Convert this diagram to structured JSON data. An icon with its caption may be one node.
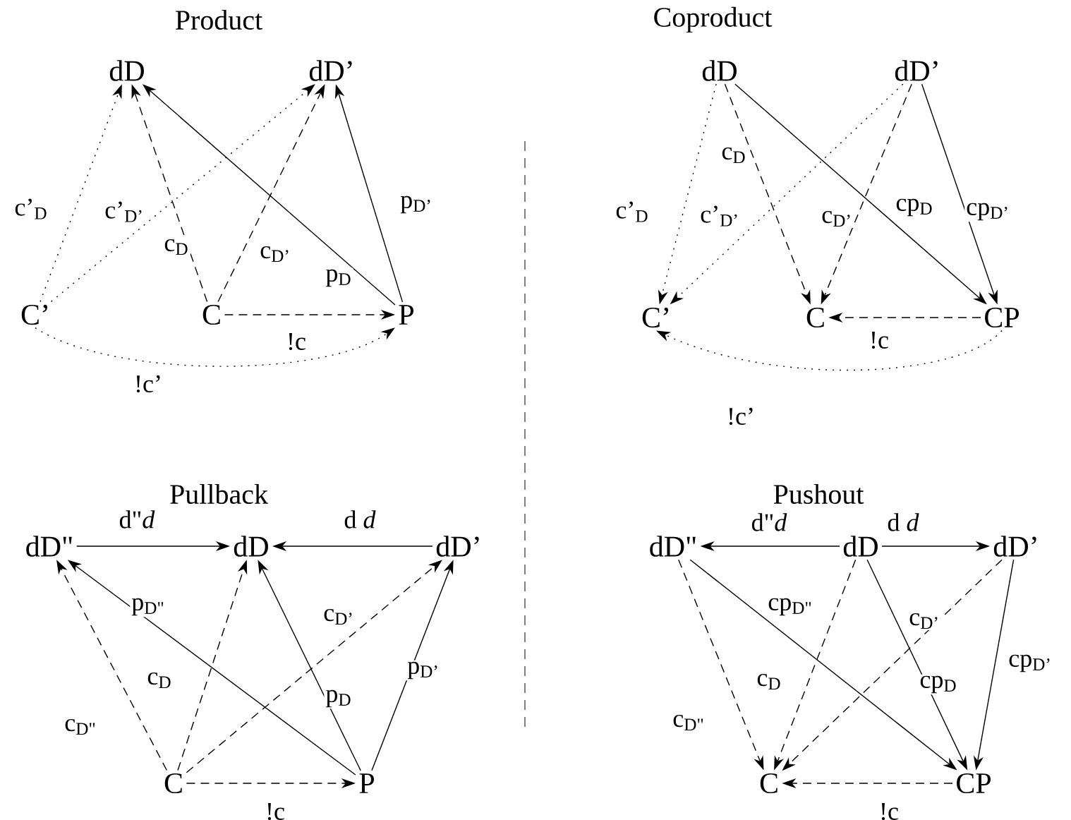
{
  "diagram": {
    "nodes": [
      {
        "text": [
          "dD"
        ]
      },
      {
        "text": [
          "dD’"
        ]
      },
      {
        "text": [
          "C’"
        ]
      },
      {
        "text": [
          "C"
        ]
      },
      {
        "text": [
          "P"
        ]
      },
      {
        "text": [
          "dD"
        ]
      },
      {
        "text": [
          "dD’"
        ]
      },
      {
        "text": [
          "C’"
        ]
      },
      {
        "text": [
          "C"
        ]
      },
      {
        "text": [
          "CP"
        ]
      },
      {
        "text": [
          "dD\""
        ]
      },
      {
        "text": [
          "dD"
        ]
      },
      {
        "text": [
          "dD’"
        ]
      },
      {
        "text": [
          "C"
        ]
      },
      {
        "text": [
          "P"
        ]
      },
      {
        "text": [
          "dD\""
        ]
      },
      {
        "text": [
          "dD"
        ]
      },
      {
        "text": [
          "dD’"
        ]
      },
      {
        "text": [
          "C"
        ]
      },
      {
        "text": [
          "CP"
        ]
      }
    ],
    "edges": [
      {
        "from": 2,
        "to": 0,
        "arrow": "to",
        "style": "dashed",
        "label": "c’$_{D}$"
      },
      {
        "from": 2,
        "to": 1,
        "arrow": "to",
        "style": "dashed",
        "label": "c’$_{D’}$"
      },
      {
        "from": 3,
        "to": 0,
        "arrow": "to",
        "style": "dashed",
        "label": "c$_{D}$"
      },
      {
        "from": 3,
        "to": 1,
        "arrow": "to",
        "style": "dashed",
        "label": "c$_{D’}$"
      },
      {
        "from": 4,
        "to": 0,
        "arrow": "to",
        "label": "p$_{D}$"
      },
      {
        "from": 4,
        "to": 1,
        "arrow": "to",
        "label": "p$_{D’}$"
      },
      {
        "from": 3,
        "to": 4,
        "arrow": "to",
        "style": "dashed",
        "label": "!c"
      },
      {
        "from": 2,
        "to": 4,
        "arrow": "to",
        "style": "dashed",
        "label": "!c’"
      },
      {
        "from": 5,
        "to": 7,
        "arrow": "to",
        "style": "dashed",
        "label": "c’$_{D}$"
      },
      {
        "from": 6,
        "to": 7,
        "arrow": "to",
        "style": "dashed",
        "label": "c’$_{D’}$"
      },
      {
        "from": 5,
        "to": 8,
        "arrow": "to",
        "style": "dashed",
        "label": "c$_{D}$"
      },
      {
        "from": 6,
        "to": 8,
        "arrow": "to",
        "style": "dashed",
        "label": "c$_{D’}$"
      },
      {
        "from": 5,
        "to": 9,
        "arrow": "to",
        "label": "cp$_{D}$"
      },
      {
        "from": 6,
        "to": 9,
        "arrow": "to",
        "label": "cp$_{D’}$"
      },
      {
        "from": 9,
        "to": 8,
        "arrow": "to",
        "style": "dashed",
        "label": "!c"
      },
      {
        "from": 9,
        "to": 7,
        "arrow": "to",
        "style": "dashed",
        "label": "!c’"
      },
      {
        "from": 10,
        "to": 11,
        "arrow": "to",
        "label": "d\"*d*"
      },
      {
        "from": 12,
        "to": 11,
        "arrow": "to",
        "label": "d *d*"
      },
      {
        "from": 13,
        "to": 10,
        "arrow": "to",
        "style": "dashed",
        "label": "c$_{D\"}$"
      },
      {
        "from": 13,
        "to": 11,
        "arrow": "to",
        "style": "dashed",
        "label": "c$_{D}$"
      },
      {
        "from": 13,
        "to": 12,
        "arrow": "to",
        "style": "dashed",
        "label": "c$_{D’}$"
      },
      {
        "from": 14,
        "to": 10,
        "arrow": "to",
        "label": "p$_{D\"}$"
      },
      {
        "from": 14,
        "to": 11,
        "arrow": "to",
        "label": "p$_{D}$"
      },
      {
        "from": 14,
        "to": 12,
        "arrow": "to",
        "label": "p$_{D’}$"
      },
      {
        "from": 13,
        "to": 14,
        "arrow": "to",
        "style": "dashed",
        "label": "!c"
      },
      {
        "from": 16,
        "to": 15,
        "arrow": "to",
        "label": "d\"*d*"
      },
      {
        "from": 16,
        "to": 17,
        "arrow": "to",
        "label": "d *d*"
      },
      {
        "from": 15,
        "to": 18,
        "arrow": "to",
        "style": "dashed",
        "label": "c$_{D\"}$"
      },
      {
        "from": 16,
        "to": 18,
        "arrow": "to",
        "style": "dashed",
        "label": "c$_{D}$"
      },
      {
        "from": 17,
        "to": 18,
        "arrow": "to",
        "style": "dashed",
        "label": "c$_{D’}$"
      },
      {
        "from": 15,
        "to": 19,
        "arrow": "to",
        "label": "cp$_{D\"}$"
      },
      {
        "from": 16,
        "to": 19,
        "arrow": "to",
        "label": "cp$_{D}$"
      },
      {
        "from": 17,
        "to": 19,
        "arrow": "to",
        "label": "cp$_{D’}$"
      },
      {
        "from": 19,
        "to": 18,
        "arrow": "to",
        "style": "dashed",
        "label": "!c"
      }
    ],
    "labels": [
      "Product",
      "Coproduct",
      "Pullback",
      "Pushout"
    ]
  }
}
